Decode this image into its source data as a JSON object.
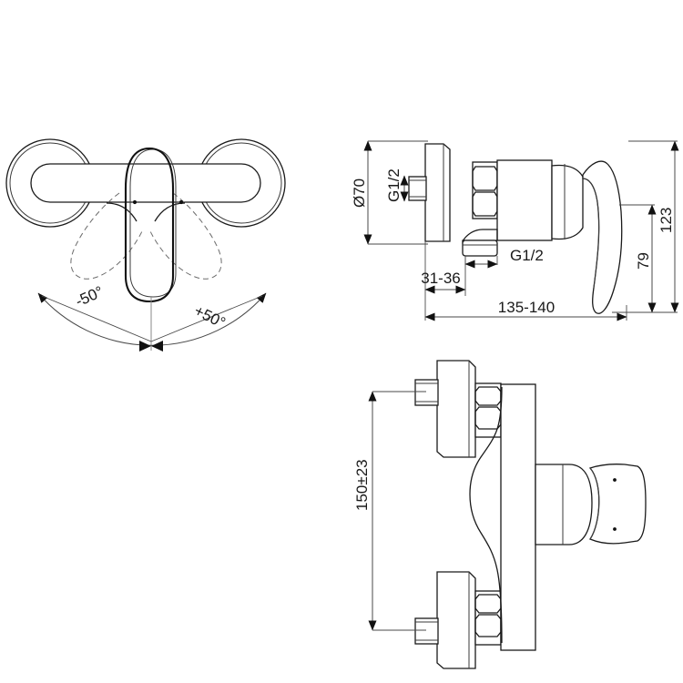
{
  "drawing": {
    "title": "Wall-mounted single-lever shower mixer technical drawing",
    "background_color": "#ffffff",
    "line_color": "#1a1a1a",
    "dimension_color": "#4a4a4a",
    "hidden_line_color": "#6b6b6b"
  },
  "views": {
    "front": {
      "name": "front-view-handle-swing",
      "angle_left_label": "-50°",
      "angle_right_label": "+50°"
    },
    "side": {
      "name": "side-elevation-view",
      "dimensions": {
        "rosette_diameter": "Ø70",
        "inlet_thread": "G1/2",
        "outlet_thread": "G1/2",
        "wall_offset": "31-36",
        "overall_depth": "135-140",
        "lever_height": "123",
        "outlet_height": "79"
      }
    },
    "bottom": {
      "name": "bottom-plan-view",
      "dimensions": {
        "inlet_centers": "150±23"
      }
    }
  },
  "labels": {
    "d70": "Ø70",
    "g12_inlet": "G1/2",
    "g12_outlet": "G1/2",
    "d31_36": "31-36",
    "d135_140": "135-140",
    "d123": "123",
    "d79": "79",
    "d150_23": "150±23",
    "ang_minus": "-50°",
    "ang_plus": "+50°"
  }
}
